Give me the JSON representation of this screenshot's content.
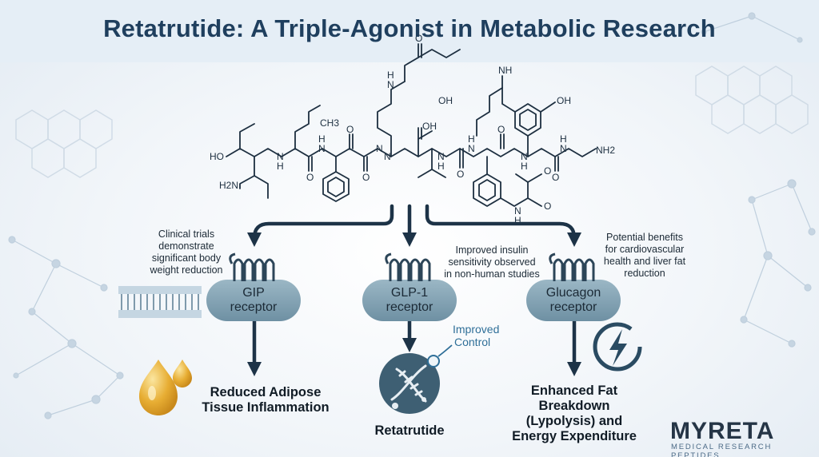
{
  "title": "Retatrutide: A Triple-Agonist in Metabolic Research",
  "molecule": {
    "atoms": [
      "HO",
      "H2N",
      "CH3",
      "N",
      "H",
      "O",
      "NH",
      "OH",
      "NH2"
    ]
  },
  "receptors": [
    {
      "name_line1": "GIP",
      "name_line2": "receptor",
      "note": [
        "Clinical trials",
        "demonstrate",
        "significant body",
        "weight reduction"
      ]
    },
    {
      "name_line1": "GLP-1",
      "name_line2": "receptor",
      "note": [
        "Improved insulin",
        "sensitivity observed",
        "in non-human studies"
      ]
    },
    {
      "name_line1": "Glucagon",
      "name_line2": "receptor",
      "note": [
        "Potential benefits",
        "for cardiovascular",
        "health and liver fat",
        "reduction"
      ]
    }
  ],
  "outcomes": [
    {
      "line1": "Reduced Adipose",
      "line2": "Tissue Inflammation",
      "icon": "oil-drops-icon"
    },
    {
      "line1": "Retatrutide",
      "icon": "dna-molecule-icon"
    },
    {
      "line1": "Enhanced Fat Breakdown",
      "line2": "(Lypolysis) and",
      "line3": "Energy Expenditure",
      "icon": "lightning-energy-icon"
    }
  ],
  "improved_control": {
    "line1": "Improved",
    "line2": "Control"
  },
  "brand": {
    "name": "MYRETA",
    "tagline": "MEDICAL RESEARCH PEPTIDES"
  },
  "colors": {
    "title": "#1f3f5e",
    "receptor_fill": "#7d9dae",
    "arrow": "#1d3347",
    "accent": "#2f6f98",
    "drop": "#e9b43c"
  }
}
